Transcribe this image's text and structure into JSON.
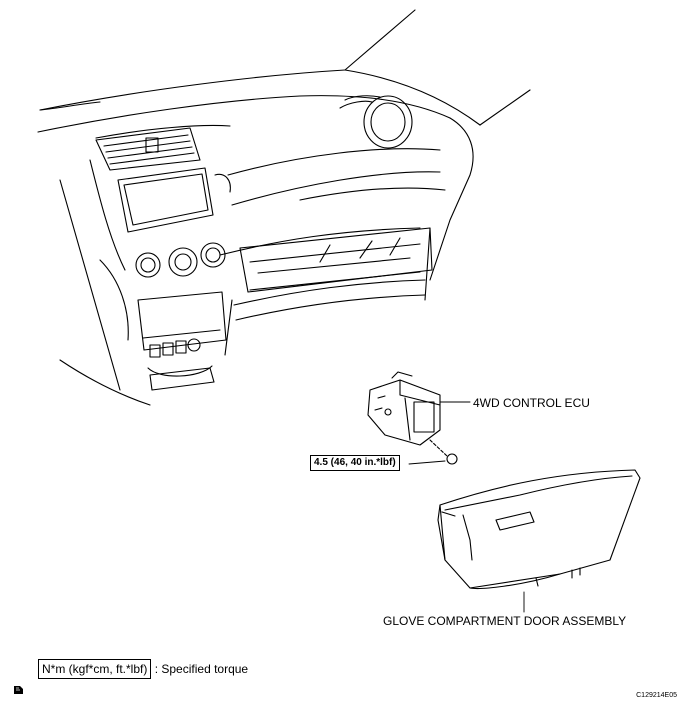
{
  "labels": {
    "ecu": "4WD CONTROL ECU",
    "torque": "4.5 (46, 40 in.*lbf)",
    "glove_box": "GLOVE COMPARTMENT DOOR ASSEMBLY"
  },
  "legend": {
    "unit_box": "N*m (kgf*cm, ft.*lbf)",
    "description": ": Specified torque"
  },
  "figure_code": "C129214E05"
}
